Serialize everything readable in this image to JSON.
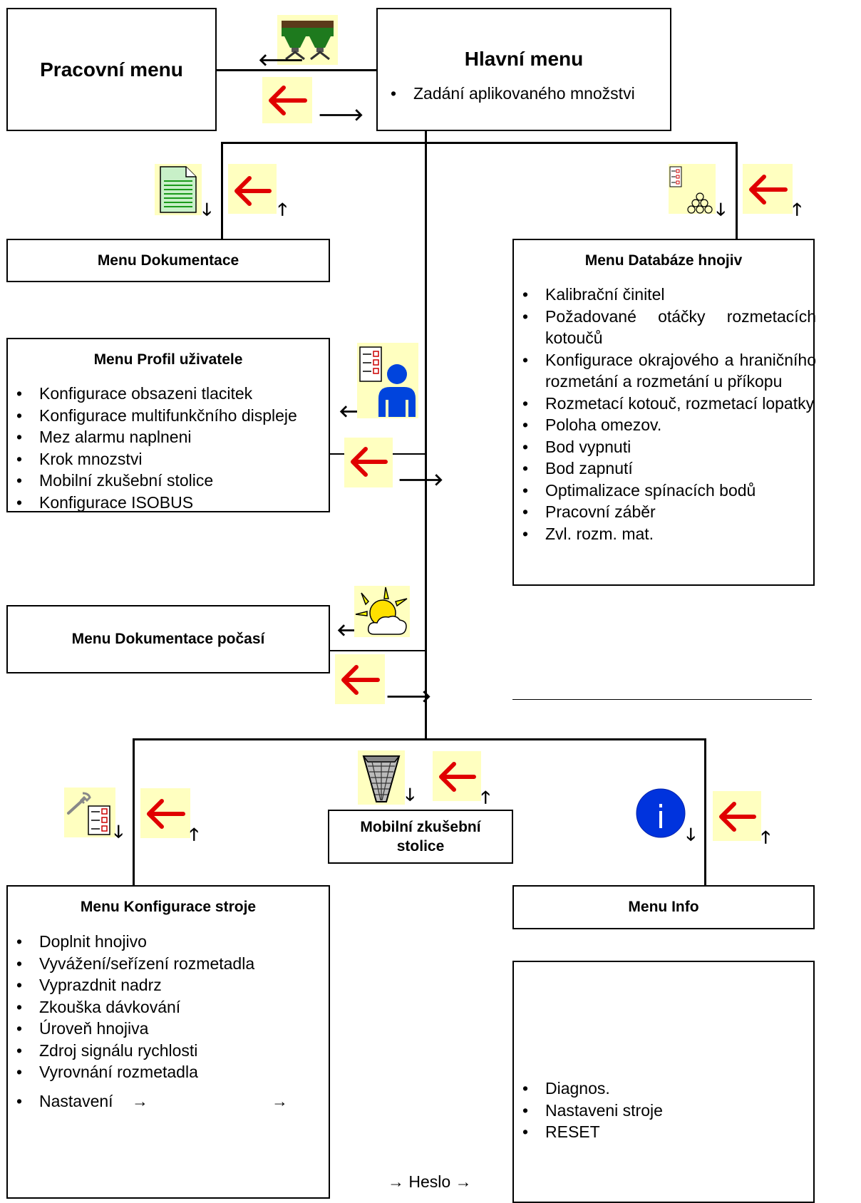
{
  "work_menu": {
    "title": "Pracovní menu"
  },
  "main_menu": {
    "title": "Hlavní menu",
    "items": [
      "Zadání aplikovaného množstvi"
    ]
  },
  "documentation_menu": {
    "title": "Menu Dokumentace"
  },
  "fertilizer_db_menu": {
    "title": "Menu Databáze hnojiv",
    "items": [
      "Kalibrační činitel",
      "Požadované otáčky rozmetacích kotoučů",
      "Konfigurace okrajového a hraničního rozmetání a rozmetání u příkopu",
      "Rozmetací kotouč, rozmetací lopatky",
      "Poloha omezov.",
      "Bod vypnuti",
      "Bod zapnutí",
      "Optimalizace spínacích bodů",
      "Pracovní záběr",
      "Zvl. rozm. mat."
    ]
  },
  "user_profile_menu": {
    "title": "Menu Profil uživatele",
    "items": [
      "Konfigurace obsazeni tlacitek",
      "Konfigurace multifunkčního displeje",
      "Mez alarmu naplneni",
      "Krok mnozstvi",
      "Mobilní zkušební stolice",
      "Konfigurace ISOBUS"
    ]
  },
  "weather_menu": {
    "title": "Menu Dokumentace počasí"
  },
  "mobile_test_bench": {
    "title": "Mobilní zkušební stolice"
  },
  "machine_config_menu": {
    "title": "Menu Konfigurace stroje",
    "items": [
      "Doplnit hnojivo",
      "Vyvážení/seřízení rozmetadla",
      "Vyprazdnit nadrz",
      "Zkouška dávkování",
      "Úroveň hnojiva",
      "Zdroj signálu rychlosti",
      "Vyrovnání rozmetadla"
    ],
    "last_item": "Nastavení",
    "arrow": "→"
  },
  "info_menu": {
    "title": "Menu Info",
    "items": [
      "Diagnos.",
      "Nastaveni stroje",
      "RESET"
    ]
  },
  "password_label": "→ Heslo →",
  "colors": {
    "highlight": "#ffffc0",
    "arrow_red": "#e00000",
    "info_blue": "#0033dd",
    "spreader_green": "#1e7a1e"
  }
}
